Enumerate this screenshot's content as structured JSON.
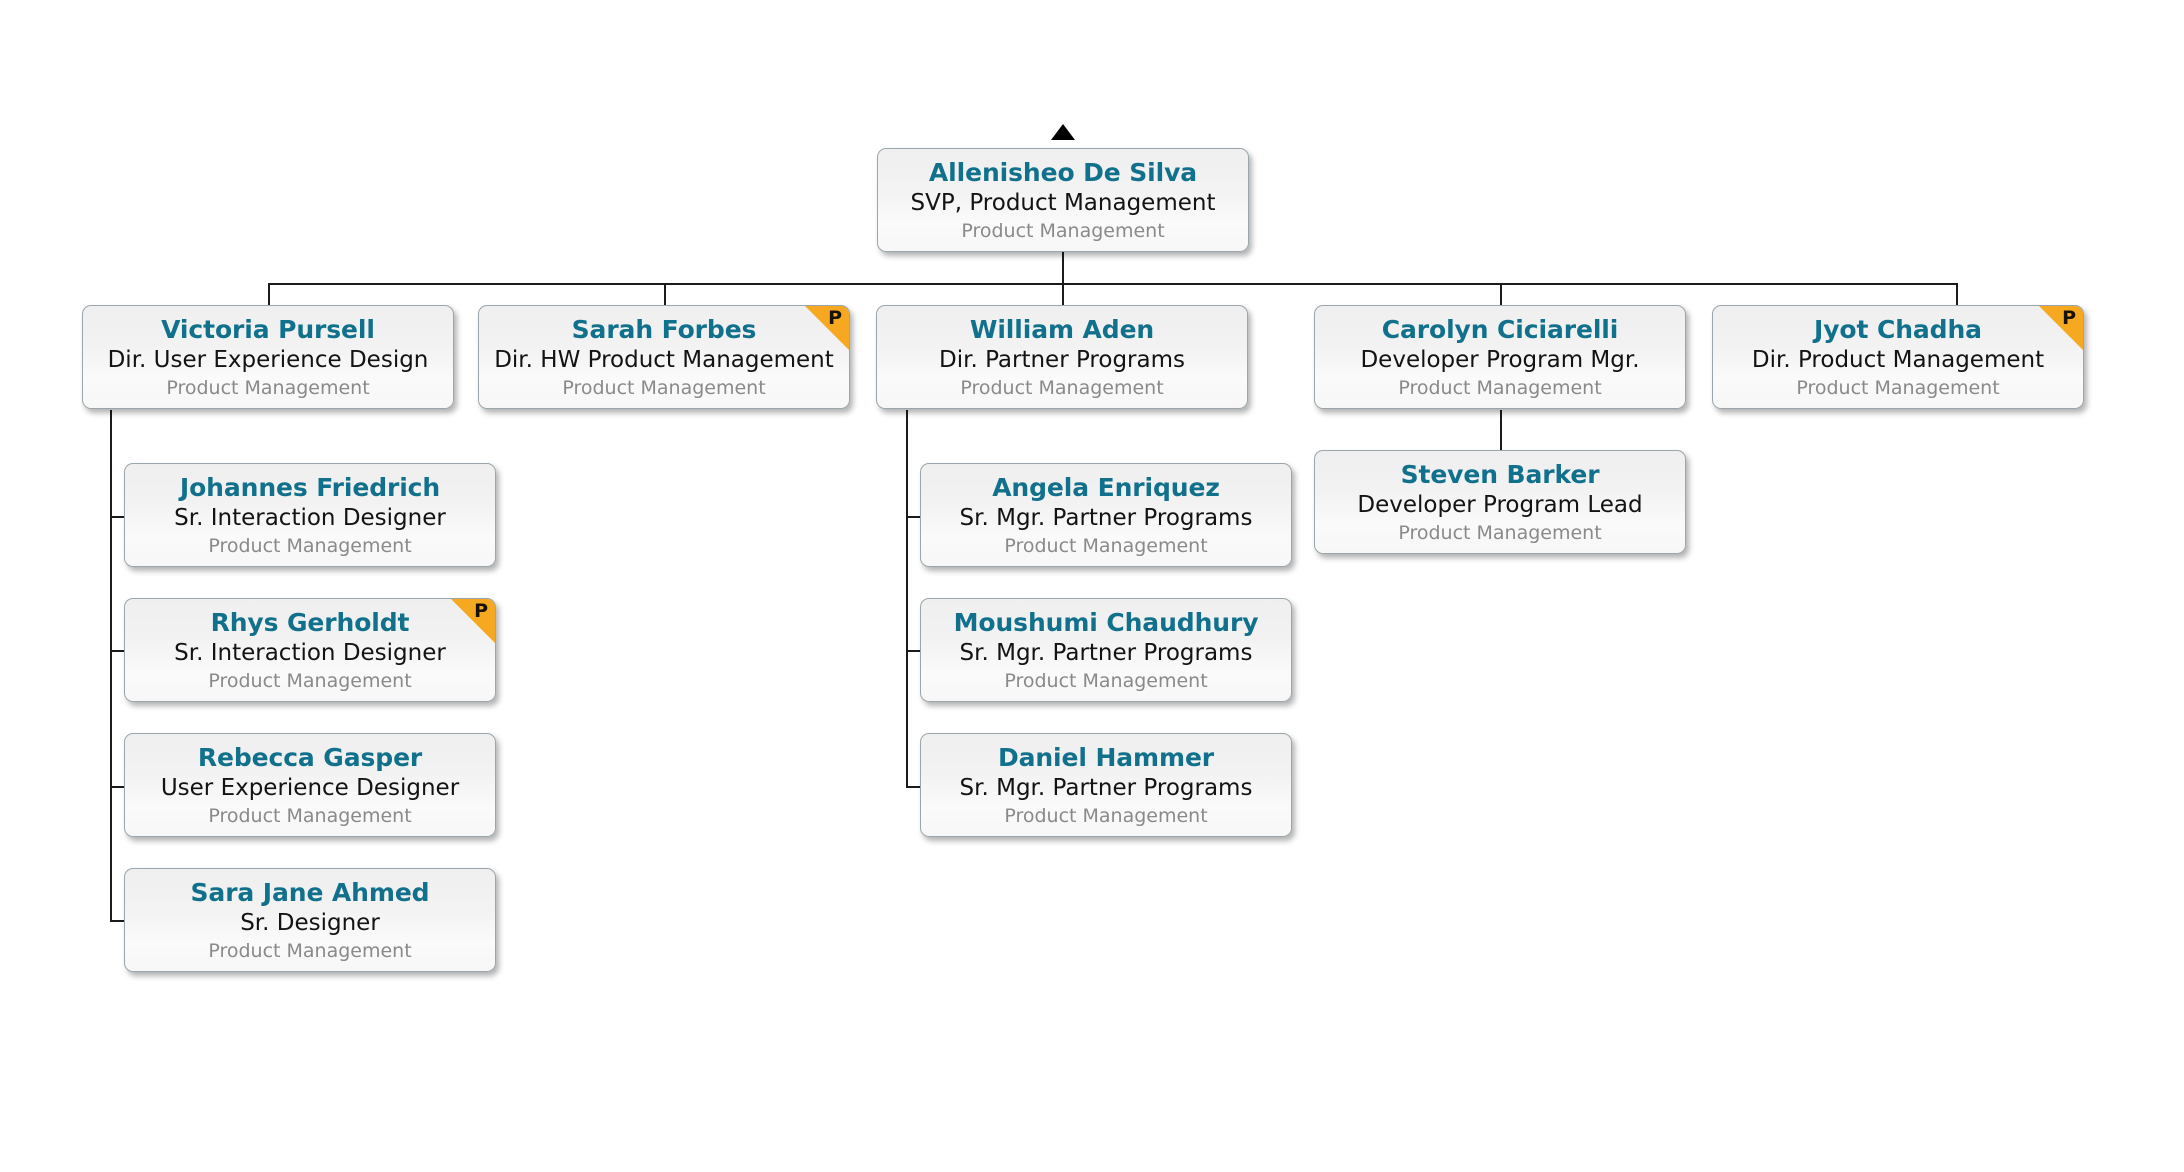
{
  "chart": {
    "type": "org-chart",
    "root_toggle_icon": "collapse-triangle-icon",
    "flag_badge_label": "P",
    "colors": {
      "name": "#11718c",
      "title": "#131313",
      "department": "#8a8a8a",
      "flag": "#f5a820",
      "connector": "#1b1b1b",
      "card_border": "#9aa6ab",
      "background": "#ffffff"
    },
    "nodes": [
      {
        "id": "allenisheo-de-silva",
        "name": "Allenisheo De Silva",
        "title": "SVP, Product Management",
        "department": "Product Management",
        "flag": false,
        "level": 0
      },
      {
        "id": "victoria-pursell",
        "name": "Victoria Pursell",
        "title": "Dir. User Experience Design",
        "department": "Product Management",
        "flag": false,
        "level": 1
      },
      {
        "id": "sarah-forbes",
        "name": "Sarah Forbes",
        "title": "Dir. HW Product Management",
        "department": "Product Management",
        "flag": true,
        "level": 1
      },
      {
        "id": "william-aden",
        "name": "William Aden",
        "title": "Dir. Partner Programs",
        "department": "Product Management",
        "flag": false,
        "level": 1
      },
      {
        "id": "carolyn-ciciarelli",
        "name": "Carolyn Ciciarelli",
        "title": "Developer Program Mgr.",
        "department": "Product Management",
        "flag": false,
        "level": 1
      },
      {
        "id": "jyot-chadha",
        "name": "Jyot Chadha",
        "title": "Dir. Product Management",
        "department": "Product Management",
        "flag": true,
        "level": 1
      },
      {
        "id": "johannes-friedrich",
        "name": "Johannes Friedrich",
        "title": "Sr. Interaction Designer",
        "department": "Product Management",
        "flag": false,
        "level": 2
      },
      {
        "id": "rhys-gerholdt",
        "name": "Rhys Gerholdt",
        "title": "Sr. Interaction Designer",
        "department": "Product Management",
        "flag": true,
        "level": 2
      },
      {
        "id": "rebecca-gasper",
        "name": "Rebecca Gasper",
        "title": "User Experience Designer",
        "department": "Product Management",
        "flag": false,
        "level": 2
      },
      {
        "id": "sara-jane-ahmed",
        "name": "Sara Jane Ahmed",
        "title": "Sr. Designer",
        "department": "Product Management",
        "flag": false,
        "level": 2
      },
      {
        "id": "angela-enriquez",
        "name": "Angela Enriquez",
        "title": "Sr. Mgr. Partner Programs",
        "department": "Product Management",
        "flag": false,
        "level": 2
      },
      {
        "id": "moushumi-chaudhury",
        "name": "Moushumi Chaudhury",
        "title": "Sr. Mgr. Partner Programs",
        "department": "Product Management",
        "flag": false,
        "level": 2
      },
      {
        "id": "daniel-hammer",
        "name": "Daniel Hammer",
        "title": "Sr. Mgr. Partner Programs",
        "department": "Product Management",
        "flag": false,
        "level": 2
      },
      {
        "id": "steven-barker",
        "name": "Steven Barker",
        "title": "Developer Program Lead",
        "department": "Product Management",
        "flag": false,
        "level": 2
      }
    ]
  }
}
